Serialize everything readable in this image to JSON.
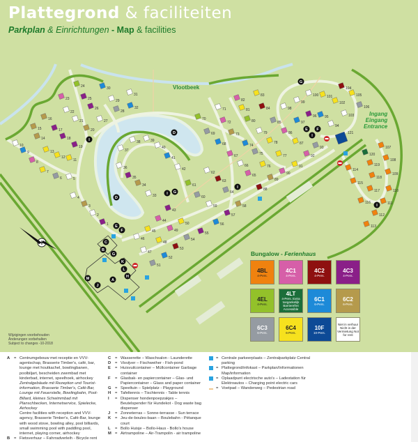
{
  "header": {
    "title_bold": "Plattegrond",
    "title_rest": "& faciliteiten",
    "subtitle_1": "Parkplan",
    "subtitle_2": "& Einrichtungen",
    "subtitle_3": "- Map",
    "subtitle_4": "& facilities"
  },
  "map_labels": {
    "stream": "Vlootbeek",
    "entrance_1": "Ingang",
    "entrance_2": "Eingang",
    "entrance_3": "Entrance"
  },
  "note": [
    "Wijzigingen voorbehouden",
    "Änderungen vorbehalten",
    "Subject to changes -10-2018"
  ],
  "legend": {
    "heading_1": "Bungalow -",
    "heading_2": "Ferienhaus",
    "types": [
      {
        "code": "4BL",
        "persons": "4-Pers.",
        "color": "#f0820f",
        "text": "#222"
      },
      {
        "code": "4C1",
        "persons": "4-Pers.",
        "color": "#d65fa8",
        "text": "#fff"
      },
      {
        "code": "4C2",
        "persons": "4-Pers.",
        "color": "#8e1010",
        "text": "#fff"
      },
      {
        "code": "4C3",
        "persons": "4-Pers.",
        "color": "#8a1f88",
        "text": "#fff"
      },
      {
        "code": "4EL",
        "persons": "4-Pers.",
        "color": "#93c12a",
        "text": "#222"
      },
      {
        "code": "4LT",
        "persons": "4-Pers. Extra toegankelijk Barrierefrei Accessible",
        "color": "#1b6e3a",
        "text": "#fff"
      },
      {
        "code": "6C1",
        "persons": "6-Pers.",
        "color": "#1d8ad8",
        "text": "#fff"
      },
      {
        "code": "6C2",
        "persons": "6-Pers.",
        "color": "#b59a4c",
        "text": "#fff"
      },
      {
        "code": "6C3",
        "persons": "6-Pers.",
        "color": "#959ba2",
        "text": "#fff"
      },
      {
        "code": "6C4",
        "persons": "6-Pers.",
        "color": "#f6e11e",
        "text": "#222"
      },
      {
        "code": "10F",
        "persons": "10-Pers.",
        "color": "#0d4a96",
        "text": "#fff"
      },
      {
        "code": "",
        "persons": "Niet in verhuur Nicht in der Vermietung Not for rent",
        "color": "#ffffff",
        "text": "#222"
      }
    ]
  },
  "houses": [
    {
      "n": "1",
      "t": "4C3"
    },
    {
      "n": "2",
      "t": "NR"
    },
    {
      "n": "3",
      "t": "6C2"
    },
    {
      "n": "4",
      "t": "NR"
    },
    {
      "n": "5",
      "t": "NR"
    },
    {
      "n": "6",
      "t": "6C3"
    },
    {
      "n": "7",
      "t": "6C4"
    },
    {
      "n": "8",
      "t": "4C1"
    },
    {
      "n": "9",
      "t": "6C1"
    },
    {
      "n": "10",
      "t": "NR"
    },
    {
      "n": "11",
      "t": "6C4"
    },
    {
      "n": "12",
      "t": "6C4"
    },
    {
      "n": "13",
      "t": "6C4"
    },
    {
      "n": "14",
      "t": "6C2"
    },
    {
      "n": "15",
      "t": "6C2"
    },
    {
      "n": "16",
      "t": "6C2"
    },
    {
      "n": "17",
      "t": "4C3"
    },
    {
      "n": "18",
      "t": "4C3"
    },
    {
      "n": "19",
      "t": "4C3"
    },
    {
      "n": "20",
      "t": "6C2"
    },
    {
      "n": "21",
      "t": "NR"
    },
    {
      "n": "22",
      "t": "NR"
    },
    {
      "n": "23",
      "t": "4C1"
    },
    {
      "n": "24",
      "t": "4EL"
    },
    {
      "n": "25",
      "t": "4C3"
    },
    {
      "n": "26",
      "t": "4C3"
    },
    {
      "n": "27",
      "t": "NR"
    },
    {
      "n": "28",
      "t": "6C3"
    },
    {
      "n": "29",
      "t": "NR"
    },
    {
      "n": "30",
      "t": "6C1"
    },
    {
      "n": "31",
      "t": "NR"
    },
    {
      "n": "32",
      "t": "6C1"
    },
    {
      "n": "33",
      "t": "NR"
    },
    {
      "n": "34",
      "t": "6C2"
    },
    {
      "n": "35",
      "t": "4C3"
    },
    {
      "n": "36",
      "t": "NR"
    },
    {
      "n": "37",
      "t": "NR"
    },
    {
      "n": "38",
      "t": "NR"
    },
    {
      "n": "39",
      "t": "NR"
    },
    {
      "n": "40",
      "t": "NR"
    },
    {
      "n": "41",
      "t": "6C1"
    },
    {
      "n": "42",
      "t": "NR"
    },
    {
      "n": "43",
      "t": "4C3"
    },
    {
      "n": "44",
      "t": "4C1"
    },
    {
      "n": "45",
      "t": "6C4"
    },
    {
      "n": "46",
      "t": "NR"
    },
    {
      "n": "47",
      "t": "NR"
    },
    {
      "n": "48",
      "t": "6C4"
    },
    {
      "n": "49",
      "t": "4C1"
    },
    {
      "n": "50",
      "t": "6C4"
    },
    {
      "n": "51",
      "t": "6C3"
    },
    {
      "n": "52",
      "t": "6C1"
    },
    {
      "n": "53",
      "t": "4C2"
    },
    {
      "n": "54",
      "t": "6C3"
    },
    {
      "n": "55",
      "t": "4C3"
    },
    {
      "n": "56",
      "t": "6C1"
    },
    {
      "n": "57",
      "t": "4C3"
    },
    {
      "n": "58",
      "t": "6C2"
    },
    {
      "n": "59",
      "t": "NR"
    },
    {
      "n": "60",
      "t": "6C3"
    },
    {
      "n": "61",
      "t": "4EL"
    },
    {
      "n": "62",
      "t": "NR"
    },
    {
      "n": "63",
      "t": "4C2"
    },
    {
      "n": "64",
      "t": "6C3"
    },
    {
      "n": "65",
      "t": "4C1"
    },
    {
      "n": "66",
      "t": "NR"
    },
    {
      "n": "67",
      "t": "4C1"
    },
    {
      "n": "68",
      "t": "6C1"
    },
    {
      "n": "69",
      "t": "6C3"
    },
    {
      "n": "70",
      "t": "4EL"
    },
    {
      "n": "71",
      "t": "NR"
    },
    {
      "n": "72",
      "t": "4C1"
    },
    {
      "n": "73",
      "t": "6C2"
    },
    {
      "n": "74",
      "t": "6C1"
    },
    {
      "n": "75",
      "t": "6C3"
    },
    {
      "n": "76",
      "t": "6C4"
    },
    {
      "n": "77",
      "t": "6C4"
    },
    {
      "n": "78",
      "t": "6C4"
    },
    {
      "n": "79",
      "t": "NR"
    },
    {
      "n": "80",
      "t": "4EL"
    },
    {
      "n": "81",
      "t": "6C4"
    },
    {
      "n": "82",
      "t": "4C1"
    },
    {
      "n": "83",
      "t": "6C4"
    },
    {
      "n": "84",
      "t": "4C2"
    },
    {
      "n": "85",
      "t": "6C3"
    },
    {
      "n": "86",
      "t": "4C1"
    },
    {
      "n": "87",
      "t": "6C4"
    },
    {
      "n": "88",
      "t": "4C2"
    },
    {
      "n": "89",
      "t": "6C2"
    },
    {
      "n": "90",
      "t": "4C1"
    },
    {
      "n": "91",
      "t": "6C4"
    },
    {
      "n": "92",
      "t": "4C1"
    },
    {
      "n": "93",
      "t": "6C3"
    },
    {
      "n": "94",
      "t": "NR"
    },
    {
      "n": "95",
      "t": "6C1"
    },
    {
      "n": "96",
      "t": "4C3"
    },
    {
      "n": "97",
      "t": "6C1"
    },
    {
      "n": "98",
      "t": "NR"
    },
    {
      "n": "99",
      "t": "NR"
    },
    {
      "n": "100",
      "t": "NR"
    },
    {
      "n": "101",
      "t": "6C4"
    },
    {
      "n": "102",
      "t": "6C4"
    },
    {
      "n": "103",
      "t": "NR"
    },
    {
      "n": "104",
      "t": "4C2"
    },
    {
      "n": "105",
      "t": "6C4"
    },
    {
      "n": "106",
      "t": "6C3"
    },
    {
      "n": "107",
      "t": "4BL"
    },
    {
      "n": "108",
      "t": "4BL"
    },
    {
      "n": "109",
      "t": "4BL"
    },
    {
      "n": "110",
      "t": "4BL"
    },
    {
      "n": "111",
      "t": "4BL"
    },
    {
      "n": "112",
      "t": "4BL"
    },
    {
      "n": "113",
      "t": "4BL"
    },
    {
      "n": "114",
      "t": "4BL"
    },
    {
      "n": "115",
      "t": "4BL"
    },
    {
      "n": "116",
      "t": "4BL"
    },
    {
      "n": "117",
      "t": "4BL"
    },
    {
      "n": "118",
      "t": "4BL"
    },
    {
      "n": "119",
      "t": "4BL"
    },
    {
      "n": "120",
      "t": "4LT"
    },
    {
      "n": "121",
      "t": "10F"
    }
  ],
  "facility_legend_left": [
    {
      "key": "A",
      "text": "Centrumgebouw met receptie en VVV-agentschap, Brasserie Timber's, café, bar, lounge met houtkachel, bowlingbanen, poolbiljart, bescheiden zwembad met kinderbad, internet, speelhoek, airhockey"
    },
    {
      "key": "",
      "text": "Zentralgebäude mit Rezeption und Tourist-information, Brasserie Timber's, Café-Bar, Lounge mit Feuerstelle, Bowlingbahn, Pool-Billard, kleines Schwimmbad mit Planschbecken, Internetservice, Spielecke, Airhockey"
    },
    {
      "key": "",
      "text": "Centre facilities with reception and VVV-agency, Brasserie Timber's, Café-Bar, lounge with wood stove, bowling alley, pool billiards, small swimming pool with paddling pool, internet, playing corner, airhockey"
    },
    {
      "key": "B",
      "text": "Fietsverhuur – Fahrradverleih - Bicycle rent"
    }
  ],
  "facility_legend_mid": [
    {
      "key": "C",
      "text": "Wasserette – Waschsalon - Launderette"
    },
    {
      "key": "D",
      "text": "Visvijver – Fischweiher - Fish-pond"
    },
    {
      "key": "E",
      "text": "Huisvuilcontainer – Müllcontainer Garbage container"
    },
    {
      "key": "F",
      "text": "Glasbak- en papiercontainer – Glas- und Papiercontainer – Glass and paper container"
    },
    {
      "key": "G",
      "text": "Speeltuin – Spielplatz - Playground"
    },
    {
      "key": "H",
      "text": "Tafeltennis – Tischtennis - Table tennis"
    },
    {
      "key": "I",
      "text": "Dispenser hondenpoepzakjes – Beutelspender für Hundekot - Dog waste bag dispenser"
    },
    {
      "key": "J",
      "text": "Zonneterras – Sonne-terrasse - Sun terrace"
    },
    {
      "key": "K",
      "text": "Jeu-de-boules-baan – Boulebahn - Pétanque court"
    },
    {
      "key": "L",
      "text": "Bollo Huisje – Bollo-Haus - Bollo's house"
    },
    {
      "key": "M",
      "text": "Airtrampoline – Air-Trampolin - air trampoline"
    }
  ],
  "facility_legend_right": [
    {
      "icon": "parking-icon",
      "text": "Centrale parkeerplaats – Zentralparkplatz Central parking"
    },
    {
      "icon": "info-icon",
      "text": "Plattegrond/infokast – Parkplan/Informationen Map/information"
    },
    {
      "icon": "charging-icon",
      "text": "Oplaadpunt electrische auto's – Ladestation für Elektroautos – Charging point electric cars"
    },
    {
      "icon": "footpath-icon",
      "text": "Voetpad – Wanderweg – Pedestrian road"
    }
  ]
}
